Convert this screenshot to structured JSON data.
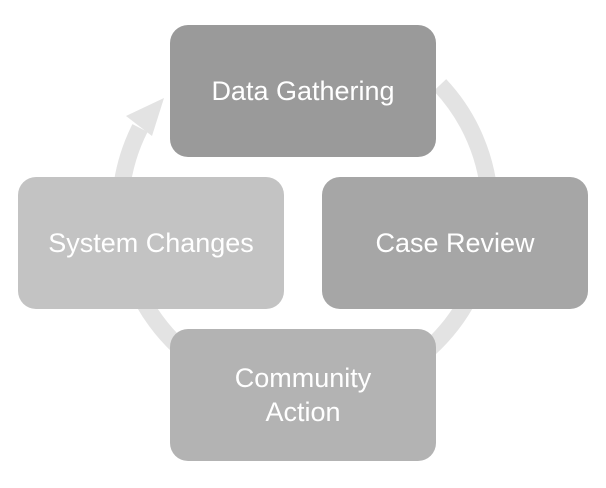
{
  "colors": {
    "ring": "#e3e3e3",
    "node_1": "#9a9a9a",
    "node_2": "#a6a6a6",
    "node_3": "#b3b3b3",
    "node_4": "#c3c3c3",
    "text": "#ffffff"
  },
  "cycle": {
    "nodes": [
      {
        "label": "Data Gathering"
      },
      {
        "label": "Case Review"
      },
      {
        "label": "Community\nAction"
      },
      {
        "label": "System Changes"
      }
    ]
  }
}
